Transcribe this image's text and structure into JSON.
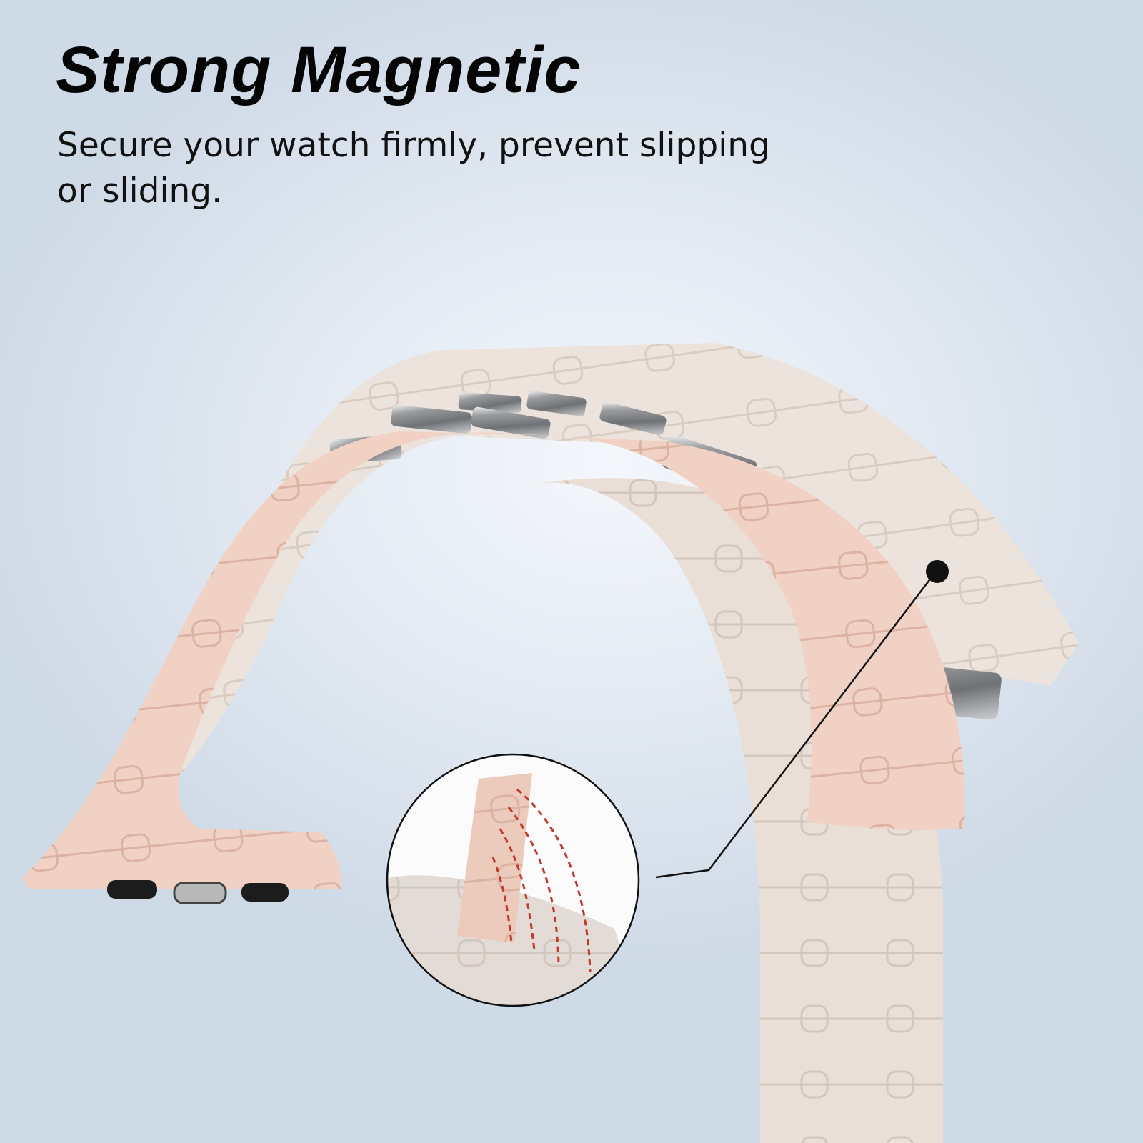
{
  "headline": "Strong Magnetic",
  "subhead": "Secure your watch firmly, prevent slipping or sliding.",
  "colors": {
    "starlight_band": "#ece3dc",
    "pink_band": "#efcfc1",
    "magnet_steel": "#8d8f92",
    "callout_line": "#111111",
    "attraction_lines": "#c0392b"
  },
  "icons": [
    "band-connector-pin",
    "magnet-bar",
    "callout-dot",
    "magnetic-attraction-lines"
  ]
}
